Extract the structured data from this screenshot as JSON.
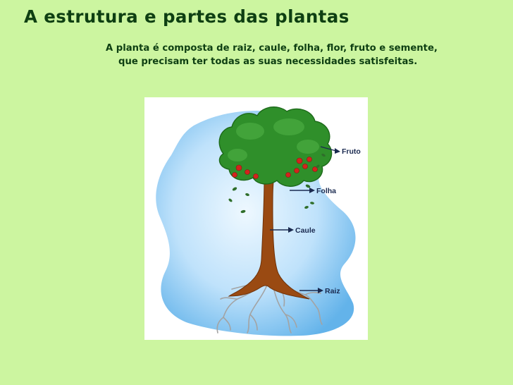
{
  "slide": {
    "title": "A estrutura e partes das plantas",
    "description_line1": "A planta é composta de raiz, caule, folha, flor, fruto e semente,",
    "description_line2": "que precisam ter todas as suas necessidades satisfeitas."
  },
  "diagram": {
    "labels": {
      "fruit": "Fruto",
      "leaf": "Folha",
      "stem": "Caule",
      "root": "Raiz"
    },
    "colors": {
      "background": "#ccf5a0",
      "title_text": "#0e3f12",
      "sky_light": "#eef8ff",
      "sky_dark": "#63b3ea",
      "foliage": "#2f8f2a",
      "trunk": "#9a4a12",
      "fruit": "#d4231d",
      "roots": "#9a9a9a"
    }
  }
}
